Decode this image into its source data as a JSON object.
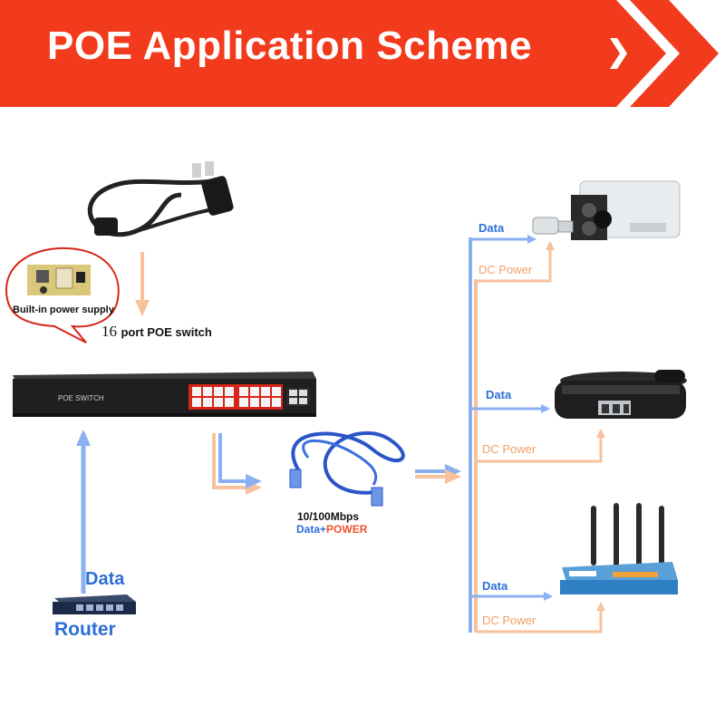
{
  "header": {
    "title": "POE Application Scheme"
  },
  "power_supply": {
    "label": "Built-in power supply"
  },
  "switch": {
    "caption_number": "16",
    "caption_text": "port POE switch",
    "panel_text": "POE  SWITCH"
  },
  "router": {
    "data_label": "Data",
    "label": "Router"
  },
  "cable": {
    "speed_label": "10/100Mbps",
    "data_label": "Data+",
    "power_label": "POWER"
  },
  "devices": [
    {
      "name": "camera",
      "data_label": "Data",
      "power_label": "DC Power"
    },
    {
      "name": "phone",
      "data_label": "Data",
      "power_label": "DC Power"
    },
    {
      "name": "access-point",
      "data_label": "Data",
      "power_label": "DC Power"
    }
  ],
  "colors": {
    "banner_red": "#f23a1c",
    "data_blue": "#8ab0f2",
    "power_orange": "#f7c19c",
    "label_blue": "#2c6fd6",
    "label_orange": "#f0a069"
  }
}
